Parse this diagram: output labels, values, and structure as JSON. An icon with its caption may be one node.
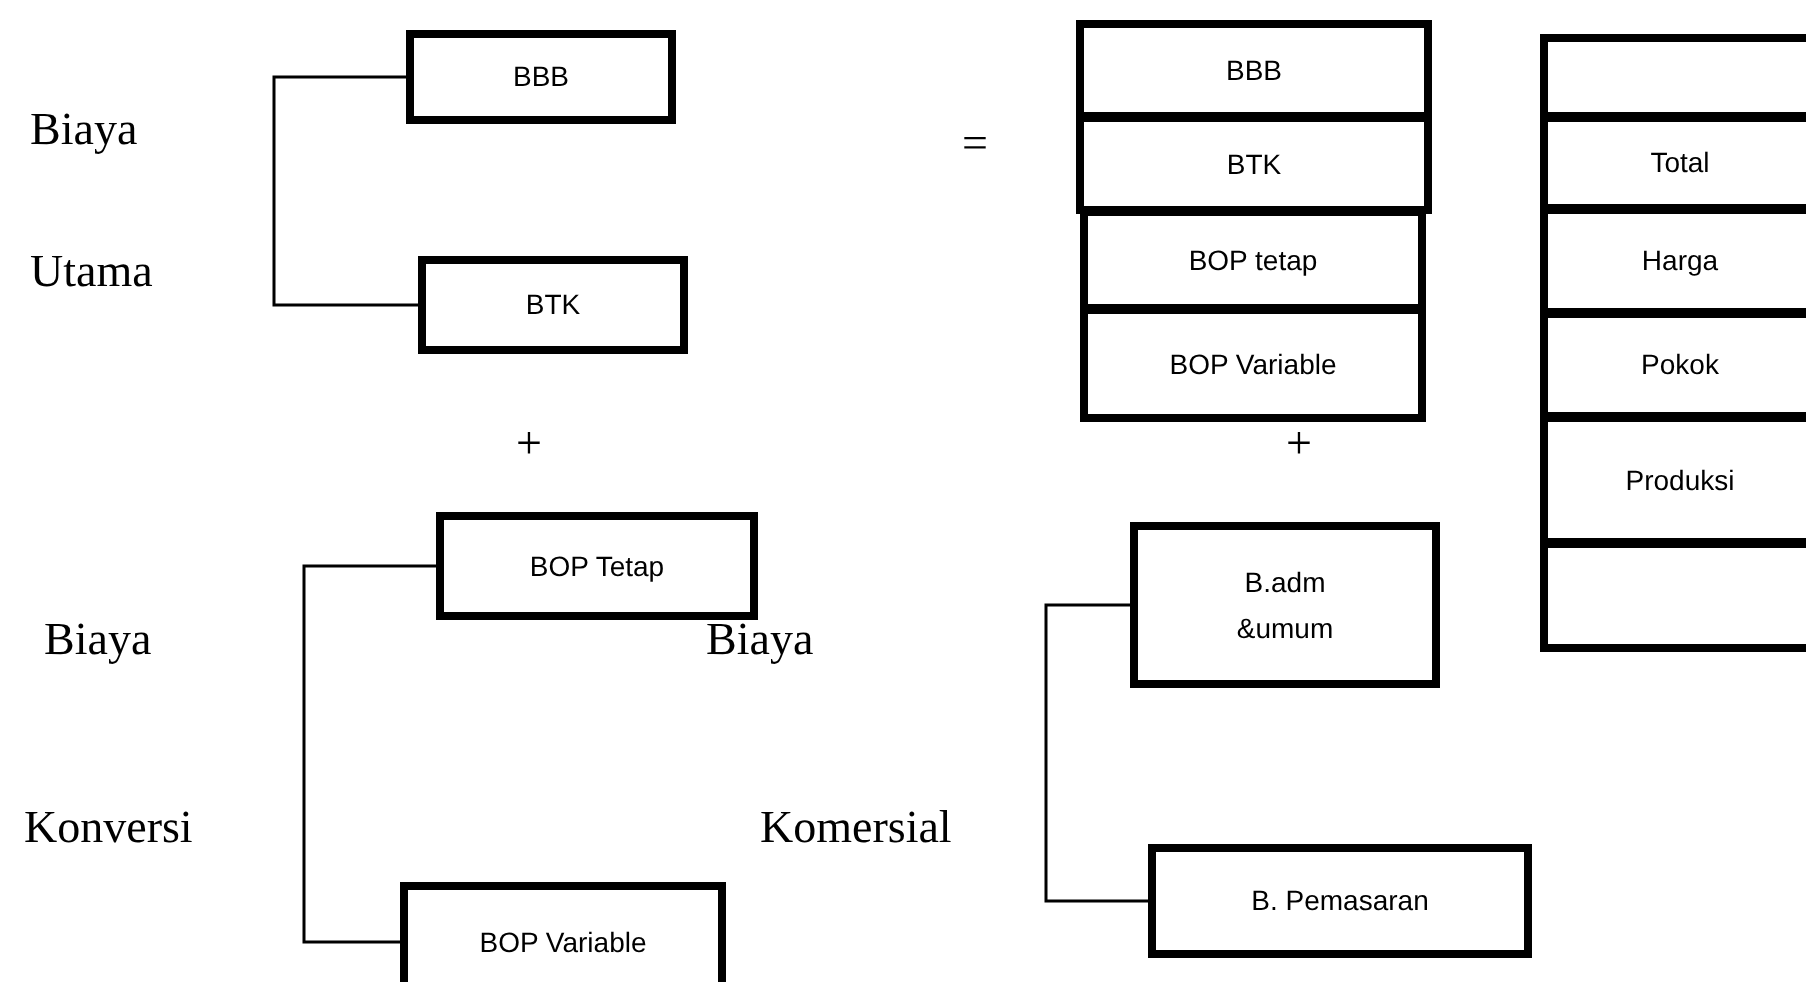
{
  "diagram": {
    "nodes": [
      {
        "text": [
          "BBB"
        ]
      },
      {
        "text": [
          "BTK"
        ]
      },
      {
        "text": [
          "BOP Tetap"
        ]
      },
      {
        "text": [
          "BOP Variable"
        ]
      },
      {
        "text": [
          "B.adm &umum"
        ]
      },
      {
        "text": [
          "B. Pemasaran"
        ]
      },
      {
        "text": [
          "BBB"
        ]
      },
      {
        "text": [
          "BTK"
        ]
      },
      {
        "text": [
          "BOP tetap"
        ]
      },
      {
        "text": [
          "BOP Variable"
        ]
      },
      {
        "text": [],
        "shape": "box"
      },
      {
        "text": [
          "Total"
        ]
      },
      {
        "text": [
          "Harga"
        ]
      },
      {
        "text": [
          "Pokok"
        ]
      },
      {
        "text": [
          "Produksi"
        ]
      },
      {
        "text": [],
        "shape": "box"
      }
    ],
    "edges": [
      {
        "from": 0,
        "to": 1,
        "arrow": "none"
      },
      {
        "from": 2,
        "to": 3,
        "arrow": "none"
      },
      {
        "from": 4,
        "to": 5,
        "arrow": "none"
      }
    ],
    "labels": [
      "Biaya",
      "=",
      "Utama",
      "+",
      "+",
      "Biaya",
      "Biaya",
      "Konversi",
      "Komersial"
    ]
  }
}
